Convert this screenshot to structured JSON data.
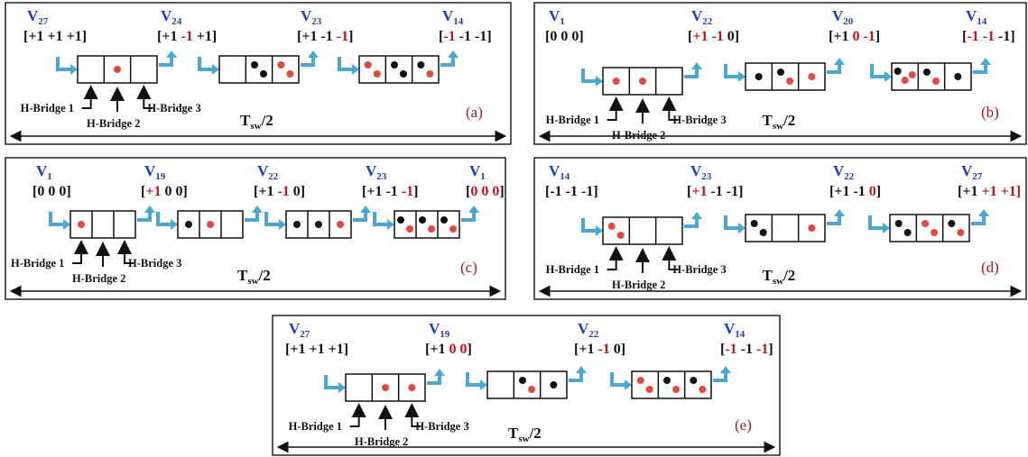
{
  "colors": {
    "vector_label": "#1f3fb8",
    "red_digit": "#c0141a",
    "arrow_cyan": "#4aa8d0",
    "ball_red": "#e04a40",
    "ball_black": "#111111"
  },
  "hbridge_labels": {
    "hb1": "H-Bridge 1",
    "hb2": "H-Bridge 2",
    "hb3": "H-Bridge 3"
  },
  "tsw": {
    "main": "T",
    "sub": "sw",
    "tail": "/2"
  },
  "panels": [
    {
      "id": "a",
      "label": "(a)",
      "vectors": [
        {
          "name": "V",
          "sub": "27",
          "tokens": [
            [
              "[+1",
              0
            ],
            [
              " +1",
              0
            ],
            [
              " +1]",
              0
            ]
          ]
        },
        {
          "name": "V",
          "sub": "24",
          "tokens": [
            [
              "[+1",
              0
            ],
            [
              " -1",
              1
            ],
            [
              " +1]",
              0
            ]
          ]
        },
        {
          "name": "V",
          "sub": "23",
          "tokens": [
            [
              "[+1",
              0
            ],
            [
              " -1",
              0
            ],
            [
              " -1",
              1
            ],
            [
              "]",
              0
            ]
          ]
        },
        {
          "name": "V",
          "sub": "14",
          "tokens": [
            [
              "[",
              0
            ],
            [
              "-1",
              1
            ],
            [
              " -1",
              0
            ],
            [
              " -1]",
              0
            ]
          ]
        }
      ]
    },
    {
      "id": "b",
      "label": "(b)",
      "vectors": [
        {
          "name": "V",
          "sub": "1",
          "tokens": [
            [
              "[0",
              0
            ],
            [
              "  0",
              0
            ],
            [
              "  0]",
              0
            ]
          ]
        },
        {
          "name": "V",
          "sub": "22",
          "tokens": [
            [
              "[",
              0
            ],
            [
              "+1",
              1
            ],
            [
              " -1",
              1
            ],
            [
              " 0]",
              0
            ]
          ]
        },
        {
          "name": "V",
          "sub": "20",
          "tokens": [
            [
              "[+1",
              0
            ],
            [
              " 0",
              1
            ],
            [
              " -1",
              1
            ],
            [
              "]",
              0
            ]
          ]
        },
        {
          "name": "V",
          "sub": "14",
          "tokens": [
            [
              "[",
              0
            ],
            [
              "-1",
              1
            ],
            [
              " -1",
              1
            ],
            [
              " -1]",
              0
            ]
          ]
        }
      ]
    },
    {
      "id": "c",
      "label": "(c)",
      "vectors": [
        {
          "name": "V",
          "sub": "1",
          "tokens": [
            [
              "[0",
              0
            ],
            [
              "  0",
              0
            ],
            [
              "  0]",
              0
            ]
          ]
        },
        {
          "name": "V",
          "sub": "19",
          "tokens": [
            [
              "[",
              0
            ],
            [
              "+1",
              1
            ],
            [
              "  0",
              0
            ],
            [
              "  0]",
              0
            ]
          ]
        },
        {
          "name": "V",
          "sub": "22",
          "tokens": [
            [
              "[+1",
              0
            ],
            [
              " -1",
              1
            ],
            [
              "  0]",
              0
            ]
          ]
        },
        {
          "name": "V",
          "sub": "23",
          "tokens": [
            [
              "[+1",
              0
            ],
            [
              " -1",
              0
            ],
            [
              " -1",
              1
            ],
            [
              "]",
              0
            ]
          ]
        },
        {
          "name": "V",
          "sub": "1",
          "tokens": [
            [
              "[",
              0
            ],
            [
              "0",
              1
            ],
            [
              "  0",
              1
            ],
            [
              "  0",
              1
            ],
            [
              "]",
              0
            ]
          ]
        }
      ]
    },
    {
      "id": "d",
      "label": "(d)",
      "vectors": [
        {
          "name": "V",
          "sub": "14",
          "tokens": [
            [
              "[-1",
              0
            ],
            [
              " -1",
              0
            ],
            [
              " -1]",
              0
            ]
          ]
        },
        {
          "name": "V",
          "sub": "23",
          "tokens": [
            [
              "[",
              0
            ],
            [
              "+1",
              1
            ],
            [
              " -1",
              0
            ],
            [
              " -1]",
              0
            ]
          ]
        },
        {
          "name": "V",
          "sub": "22",
          "tokens": [
            [
              "[+1",
              0
            ],
            [
              " -1",
              0
            ],
            [
              " 0",
              1
            ],
            [
              "]",
              0
            ]
          ]
        },
        {
          "name": "V",
          "sub": "27",
          "tokens": [
            [
              "[+1",
              0
            ],
            [
              " +1",
              1
            ],
            [
              " +1]",
              1
            ]
          ]
        }
      ]
    },
    {
      "id": "e",
      "label": "(e)",
      "vectors": [
        {
          "name": "V",
          "sub": "27",
          "tokens": [
            [
              "[+1",
              0
            ],
            [
              " +1",
              0
            ],
            [
              " +1]",
              0
            ]
          ]
        },
        {
          "name": "V",
          "sub": "19",
          "tokens": [
            [
              "[+1",
              0
            ],
            [
              "  0",
              1
            ],
            [
              "  0",
              1
            ],
            [
              "]",
              0
            ]
          ]
        },
        {
          "name": "V",
          "sub": "22",
          "tokens": [
            [
              "[+1",
              0
            ],
            [
              " -1",
              1
            ],
            [
              " 0]",
              0
            ]
          ]
        },
        {
          "name": "V",
          "sub": "14",
          "tokens": [
            [
              "[",
              0
            ],
            [
              "-1",
              1
            ],
            [
              " -1",
              0
            ],
            [
              " -1",
              1
            ],
            [
              "]",
              0
            ]
          ]
        }
      ]
    }
  ],
  "balls_note": "Each cell of a box shows the H-bridge state by red/black dots",
  "cells": {
    "a": [
      [
        [],
        [
          "r"
        ],
        []
      ],
      [
        [],
        [
          "k",
          "k"
        ],
        [
          "r",
          "r"
        ]
      ],
      [
        [
          "r",
          "r"
        ],
        [
          "k",
          "k"
        ],
        [
          "k",
          "r"
        ]
      ]
    ],
    "b": [
      [
        [
          "r"
        ],
        [
          "r"
        ],
        []
      ],
      [
        [
          "k"
        ],
        [
          "k",
          "r"
        ],
        [
          "r"
        ]
      ],
      [
        [
          "k",
          "r",
          "r"
        ],
        [
          "k",
          "r"
        ],
        [
          "k"
        ]
      ]
    ],
    "c": [
      [
        [
          "r"
        ],
        [],
        []
      ],
      [
        [
          "k"
        ],
        [
          "r"
        ],
        []
      ],
      [
        [
          "k"
        ],
        [
          "k"
        ],
        [
          "r"
        ]
      ],
      [
        [
          "k",
          "r"
        ],
        [
          "k",
          "r"
        ],
        [
          "k",
          "r"
        ]
      ]
    ],
    "d": [
      [
        [
          "r",
          "r"
        ],
        [],
        []
      ],
      [
        [
          "k",
          "k"
        ],
        [],
        [
          "r"
        ]
      ],
      [
        [
          "k",
          "k"
        ],
        [
          "r",
          "r"
        ],
        [
          "k",
          "r"
        ]
      ]
    ],
    "e": [
      [
        [],
        [
          "r"
        ],
        [
          "r"
        ]
      ],
      [
        [],
        [
          "k",
          "r"
        ],
        [
          "k"
        ]
      ],
      [
        [
          "r",
          "r"
        ],
        [
          "k",
          "r"
        ],
        [
          "k",
          "r"
        ]
      ]
    ]
  }
}
